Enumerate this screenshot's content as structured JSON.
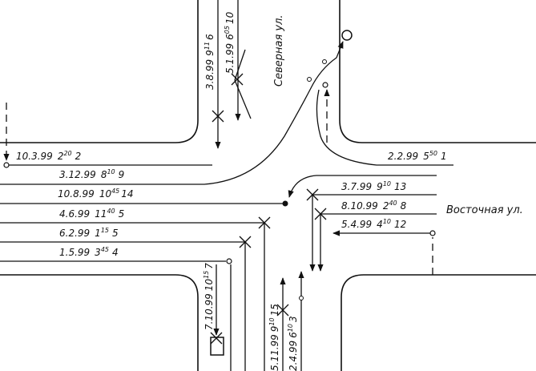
{
  "streets": {
    "north": "Северная ул.",
    "east": "Восточная ул."
  },
  "records": {
    "r_3_8_99": {
      "date": "3.8.99",
      "h": "9",
      "m": "11",
      "n": "6"
    },
    "r_5_1_99": {
      "date": "5.1.99",
      "h": "6",
      "m": "05",
      "n": "10"
    },
    "r_10_3_99": {
      "date": "10.3.99",
      "h": "2",
      "m": "20",
      "n": "2"
    },
    "r_2_2_99": {
      "date": "2.2.99",
      "h": "5",
      "m": "50",
      "n": "1"
    },
    "r_3_12_99": {
      "date": "3.12.99",
      "h": "8",
      "m": "10",
      "n": "9"
    },
    "r_10_8_99": {
      "date": "10.8.99",
      "h": "10",
      "m": "45",
      "n": "14"
    },
    "r_3_7_99": {
      "date": "3.7.99",
      "h": "9",
      "m": "10",
      "n": "13"
    },
    "r_4_6_99": {
      "date": "4.6.99",
      "h": "11",
      "m": "40",
      "n": "5"
    },
    "r_8_10_99": {
      "date": "8.10.99",
      "h": "2",
      "m": "40",
      "n": "8"
    },
    "r_5_4_99": {
      "date": "5.4.99",
      "h": "4",
      "m": "10",
      "n": "12"
    },
    "r_6_2_99": {
      "date": "6.2.99",
      "h": "1",
      "m": "15",
      "n": "5"
    },
    "r_1_5_99": {
      "date": "1.5.99",
      "h": "3",
      "m": "45",
      "n": "4"
    },
    "r_7_10_99": {
      "date": "7.10.99",
      "h": "10",
      "m": "15",
      "n": "7"
    },
    "r_5_11_99": {
      "date": "5.11.99",
      "h": "9",
      "m": "10",
      "n": "15"
    },
    "r_2_4_99": {
      "date": "2.4.99",
      "h": "6",
      "m": "10",
      "n": "3"
    }
  }
}
